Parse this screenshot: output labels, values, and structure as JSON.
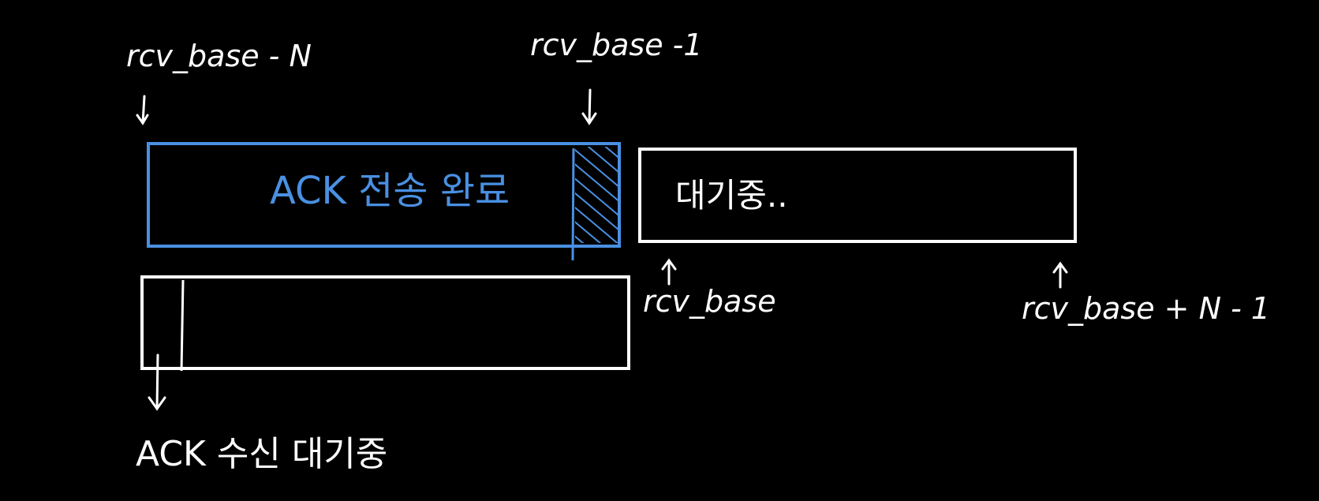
{
  "colors": {
    "background": "#000000",
    "ink": "#ffffff",
    "accent": "#4a90e2"
  },
  "diagram": {
    "labels": {
      "top_left_pointer": "rcv_base - N",
      "top_mid_pointer": "rcv_base -1",
      "bottom_left_pointer": "rcv_base",
      "bottom_right_pointer": "rcv_base + N - 1",
      "bottom_note": "ACK 수신 대기중"
    },
    "boxes": {
      "ack_sent": "ACK 전송 완료",
      "waiting": "대기중.."
    }
  }
}
